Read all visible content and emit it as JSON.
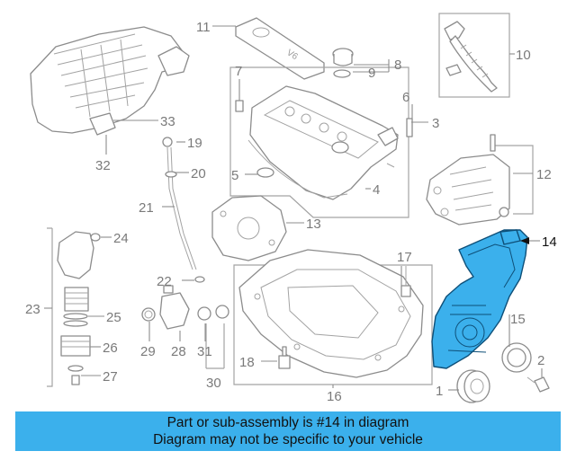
{
  "diagram": {
    "highlight_part": "14",
    "highlight_color": "#3bb0ec",
    "callouts": [
      "1",
      "2",
      "3",
      "4",
      "5",
      "6",
      "7",
      "8",
      "9",
      "10",
      "11",
      "12",
      "13",
      "14",
      "15",
      "16",
      "17",
      "18",
      "19",
      "20",
      "21",
      "22",
      "23",
      "24",
      "25",
      "26",
      "27",
      "28",
      "29",
      "30",
      "31",
      "32",
      "33"
    ]
  },
  "banner": {
    "line1": "Part or sub-assembly is #14 in diagram",
    "line2": "Diagram may not be specific to your vehicle"
  }
}
